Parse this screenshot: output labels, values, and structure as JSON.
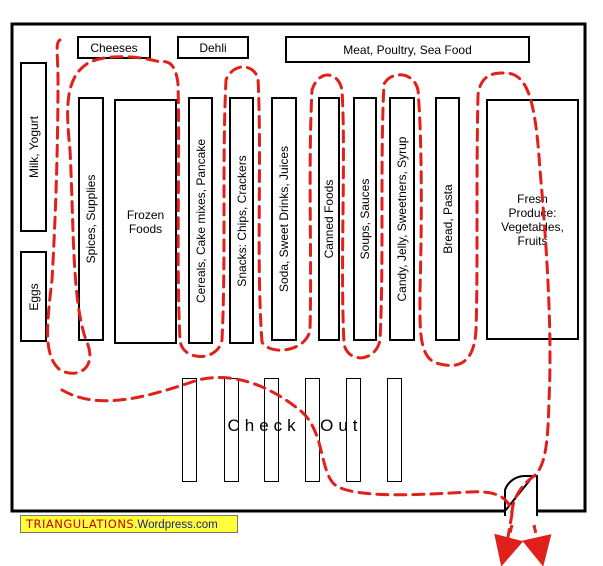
{
  "store": {
    "top_sections": {
      "cheeses": "Cheeses",
      "dehli": "Dehli",
      "meat": "Meat, Poultry, Sea Food"
    },
    "wall_sections": {
      "milk": "Milk, Yogurt",
      "eggs": "Eggs"
    },
    "aisles": [
      "Spices, Supplies",
      "Frozen Foods",
      "Cereals, Cake mixes, Pancake",
      "Snacks: Chips, Crackers",
      "Soda, Sweet Drinks, Juices",
      "Canned Foods",
      "Soups, Sauces",
      "Candy, Jelly, Sweetners, Syrup",
      "Bread, Pasta"
    ],
    "produce": [
      "Fresh",
      "Produce:",
      "Vegetables,",
      "Fruits"
    ],
    "checkout_label": "Check  Out",
    "checkout_lane_count": 6
  },
  "watermark": {
    "name": "TRIANGULATIONS",
    "suffix": ".Wordpress.com"
  },
  "colors": {
    "walls": "#000000",
    "path": "#e0201a",
    "watermark_bg": "#ffff3a",
    "watermark_name": "#c30000",
    "watermark_suffix": "#1a1a8c"
  }
}
